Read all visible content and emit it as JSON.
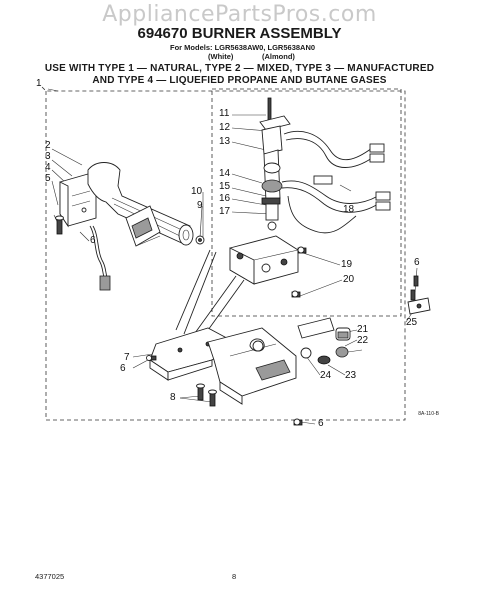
{
  "watermark": "AppliancePartsPros.com",
  "title": "694670 BURNER ASSEMBLY",
  "models_line": "For Models: LGR5638AW0, LGR5638AN0",
  "color_white": "(White)",
  "color_almond": "(Almond)",
  "use_line_1": "USE WITH TYPE 1 — NATURAL, TYPE 2 — MIXED, TYPE 3 — MANUFACTURED",
  "use_line_2": "AND TYPE 4 — LIQUEFIED PROPANE AND BUTANE GASES",
  "callouts": [
    "1",
    "2",
    "3",
    "4",
    "5",
    "6",
    "6",
    "6",
    "6",
    "7",
    "8",
    "9",
    "10",
    "11",
    "12",
    "13",
    "14",
    "15",
    "16",
    "17",
    "18",
    "19",
    "20",
    "21",
    "22",
    "23",
    "24",
    "25"
  ],
  "diagram_ref": "8A-110-B",
  "document_number": "4377025",
  "page_number": "8"
}
